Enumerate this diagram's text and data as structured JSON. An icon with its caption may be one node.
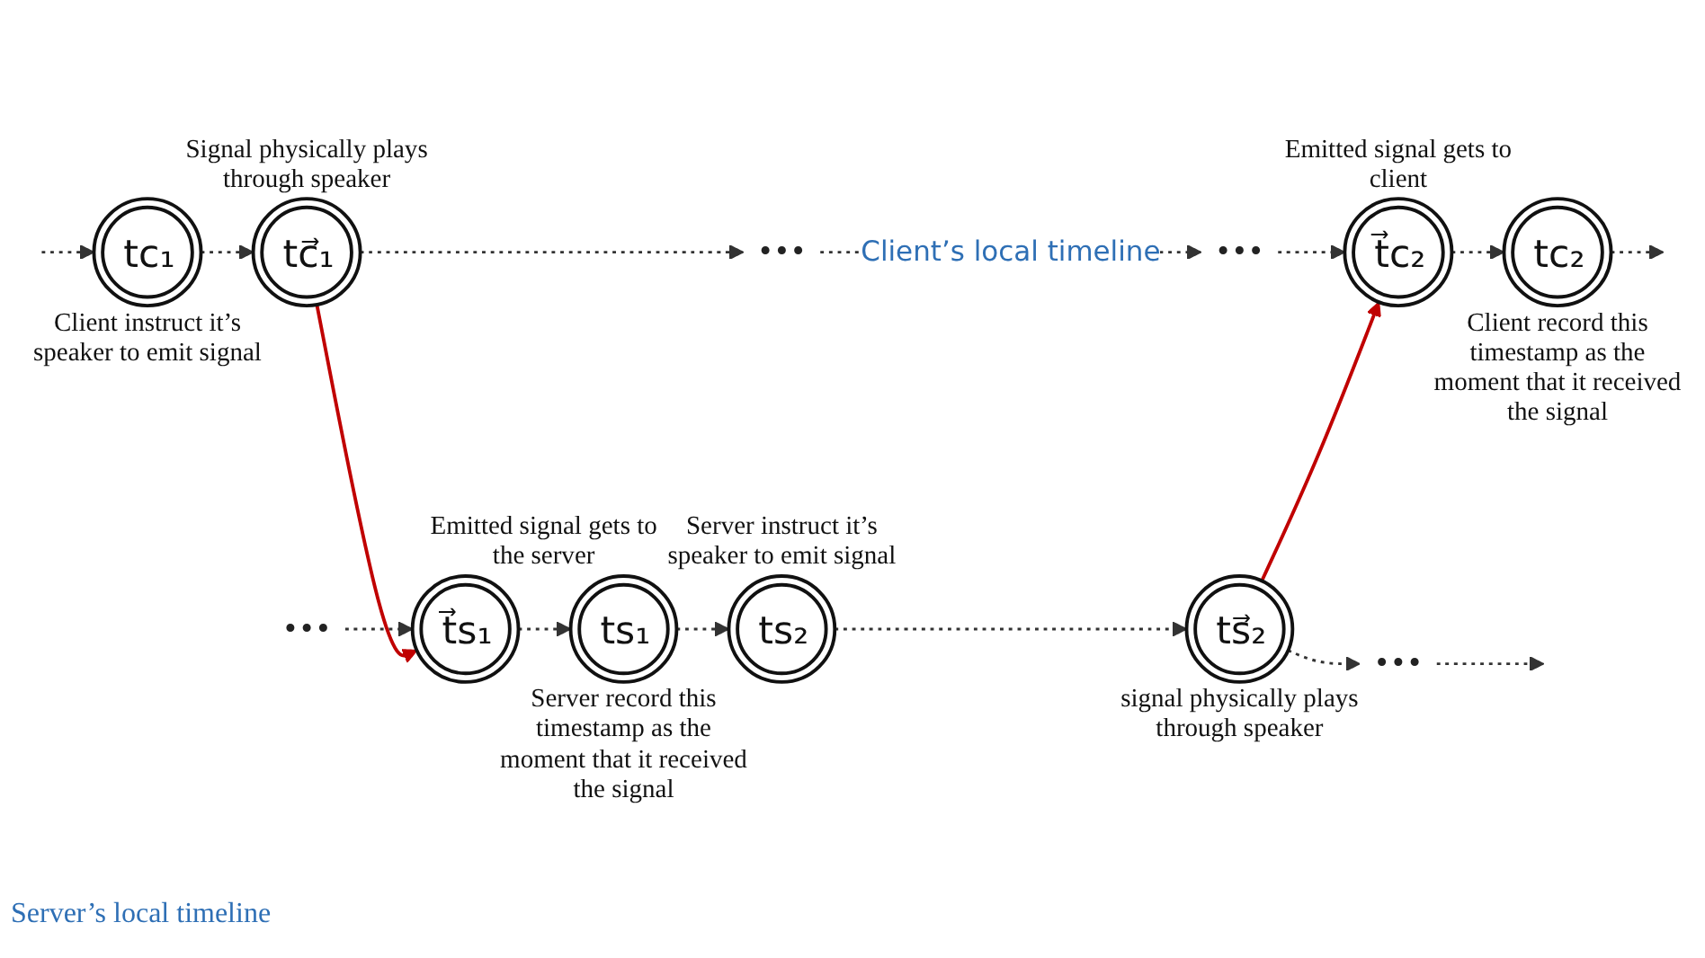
{
  "diagram": {
    "nodes": [
      {
        "text": [
          "tc₁"
        ],
        "beside": [
          "Client instruct it’s speaker to emit signal"
        ]
      },
      {
        "text": [
          "tc⃗₁"
        ],
        "beside": [
          "Signal physically plays through speaker"
        ]
      },
      {
        "text": [
          "•••"
        ]
      },
      {
        "text": [
          "•••"
        ]
      },
      {
        "text": [
          "t⃗c₂"
        ],
        "beside": [
          "Emitted signal gets to client"
        ]
      },
      {
        "text": [
          "tc₂"
        ],
        "beside": [
          "Client record this timestamp as the moment that it received the signal"
        ]
      },
      {
        "text": [
          "•••"
        ]
      },
      {
        "text": [
          "t⃗s₁"
        ],
        "beside": [
          "Emitted signal gets to the server"
        ]
      },
      {
        "text": [
          "ts₁"
        ],
        "beside": [
          "Server record this timestamp as the moment that it received the signal"
        ]
      },
      {
        "text": [
          "ts₂"
        ],
        "beside": [
          "Server instruct it’s speaker to emit signal"
        ]
      },
      {
        "text": [
          "ts⃗₂"
        ],
        "beside": [
          "signal physically plays through speaker"
        ]
      },
      {
        "text": [
          "•••"
        ]
      }
    ],
    "edges": [
      {
        "from": null,
        "to": 0,
        "arrow": "to",
        "style": "dashed"
      },
      {
        "from": 0,
        "to": 1,
        "arrow": "to",
        "style": "dashed"
      },
      {
        "from": 1,
        "to": 2,
        "arrow": "to",
        "style": "dashed"
      },
      {
        "from": 2,
        "to": 3,
        "arrow": "to",
        "style": "dashed",
        "label": "Client’s local timeline"
      },
      {
        "from": 3,
        "to": 4,
        "arrow": "to",
        "style": "dashed"
      },
      {
        "from": 4,
        "to": 5,
        "arrow": "to",
        "style": "dashed"
      },
      {
        "from": 5,
        "to": null,
        "arrow": "to",
        "style": "dashed"
      },
      {
        "from": 6,
        "to": 7,
        "arrow": "to",
        "style": "dashed"
      },
      {
        "from": 7,
        "to": 8,
        "arrow": "to",
        "style": "dashed"
      },
      {
        "from": 8,
        "to": 9,
        "arrow": "to",
        "style": "dashed"
      },
      {
        "from": 9,
        "to": 10,
        "arrow": "to",
        "style": "dashed"
      },
      {
        "from": 10,
        "to": 11,
        "arrow": "to",
        "style": "dashed"
      },
      {
        "from": 11,
        "to": null,
        "arrow": "to",
        "style": "dashed"
      },
      {
        "from": 1,
        "to": 7,
        "arrow": "to",
        "color": "#c00000"
      },
      {
        "from": 10,
        "to": 4,
        "arrow": "to",
        "color": "#c00000"
      }
    ],
    "labels": [
      "Server’s local timeline"
    ]
  }
}
